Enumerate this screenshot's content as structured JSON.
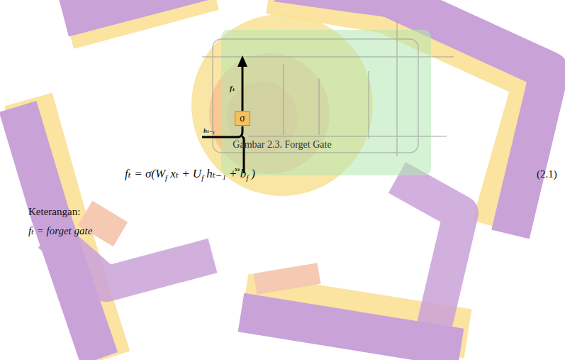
{
  "diagram": {
    "caption": "Gambar 2.3. Forget Gate",
    "nodes": [
      {
        "text": [
          "σ"
        ]
      }
    ],
    "labels": [
      "fₜ",
      "hₜ₋₁",
      "xₜ",
      "fₜ = σ(W",
      "f",
      "xₜ + U",
      "f",
      "hₜ₋₁ + b",
      "f",
      ")",
      "(2.1)",
      "Keterangan:",
      "fₜ = forget gate"
    ]
  }
}
